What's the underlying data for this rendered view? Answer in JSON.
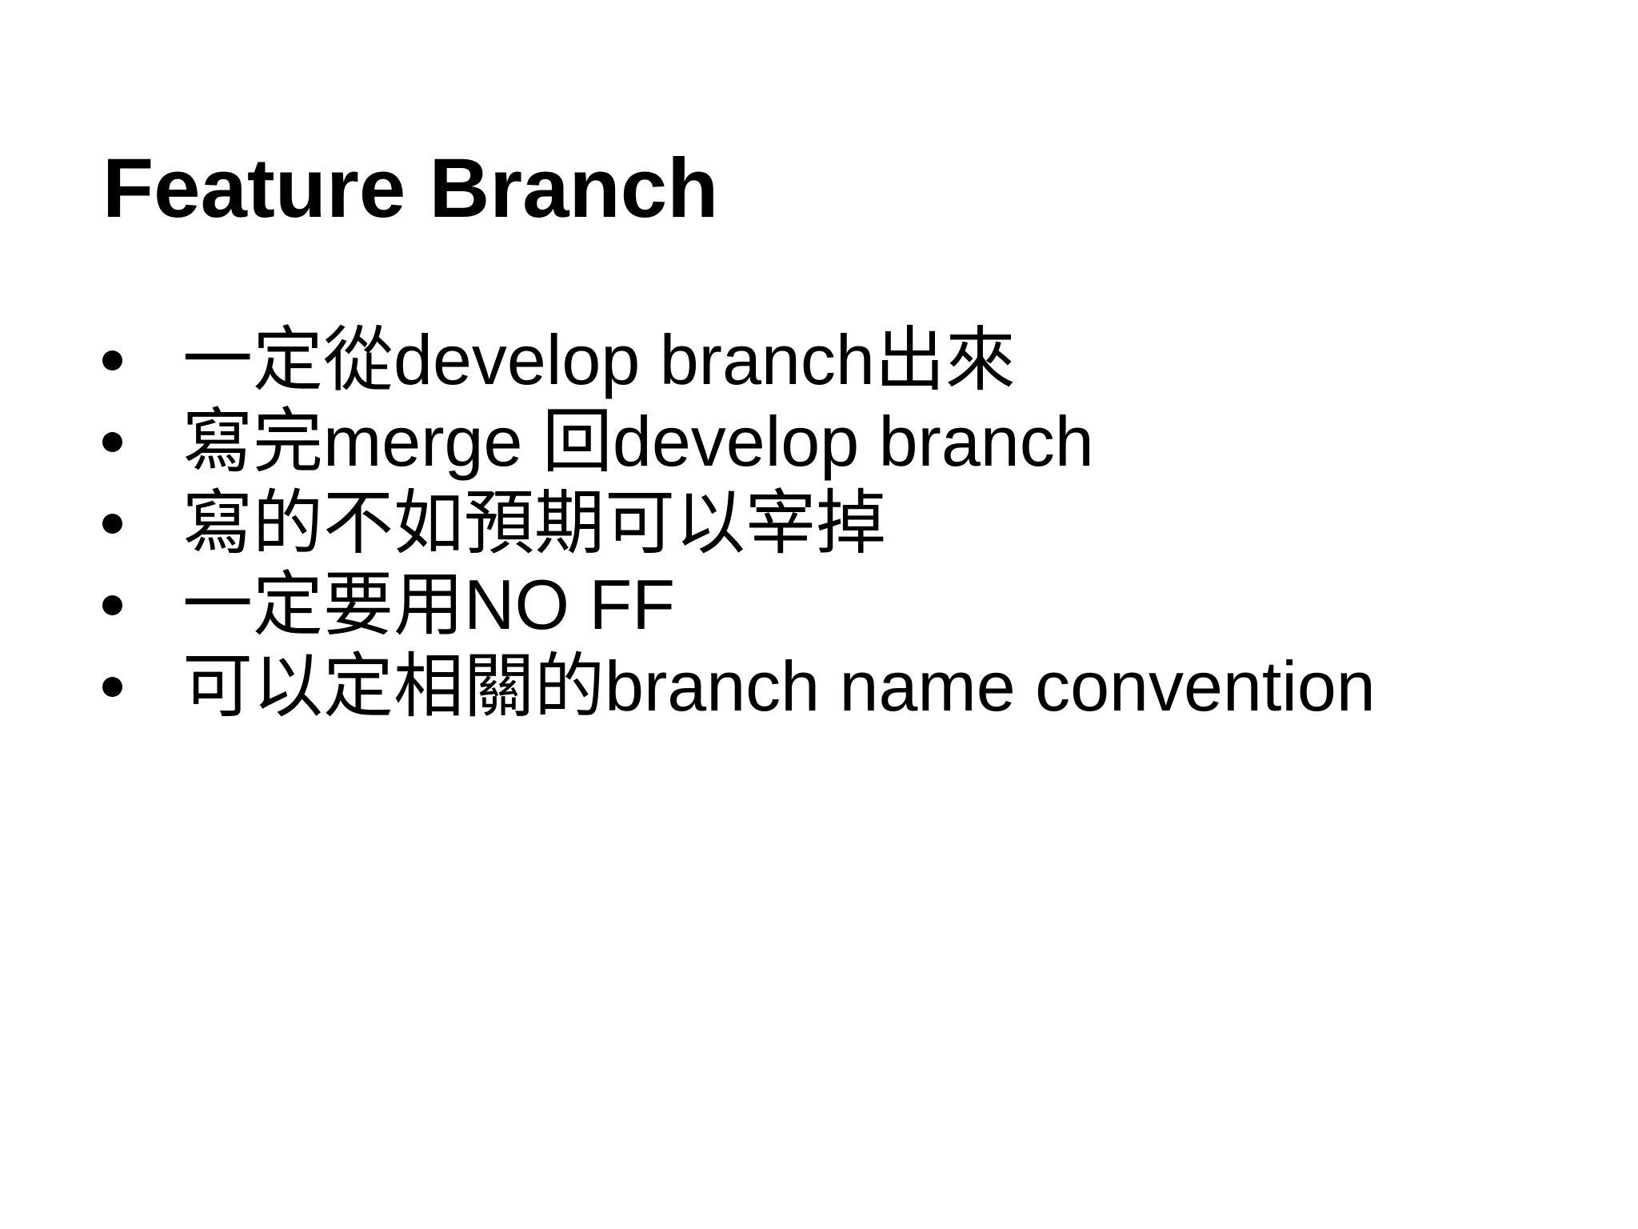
{
  "slide": {
    "title": "Feature Branch",
    "bullets": [
      "一定從develop branch出來",
      "寫完merge 回develop branch",
      "寫的不如預期可以宰掉",
      "一定要用NO FF",
      "可以定相關的branch name convention"
    ],
    "colors": {
      "background": "#ffffff",
      "text": "#000000"
    }
  }
}
